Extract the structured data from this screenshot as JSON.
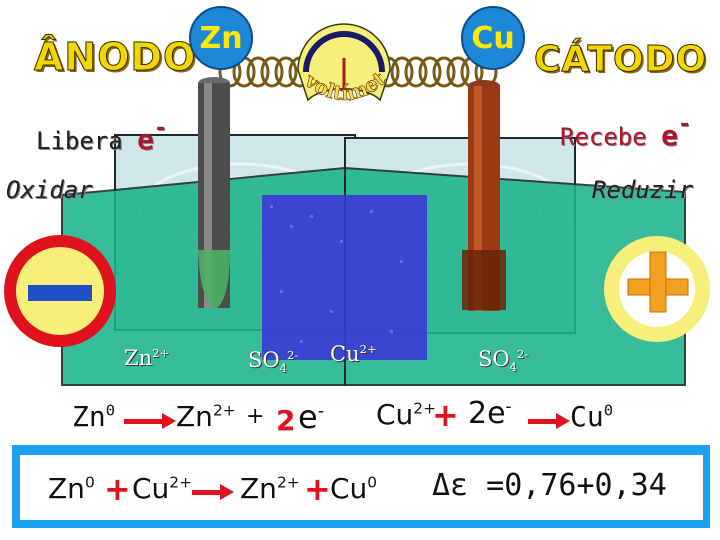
{
  "colors": {
    "solution_green": "#1bb38a",
    "solution_top": "#cfe7ea",
    "bridge_blue": "#3a3ad6",
    "wire_brown": "#7a5a1a",
    "minus_red": "#e0121e",
    "plus_orange": "#f2a020",
    "yellow_ring": "#f6f07a",
    "badge_blue": "#1e88d8",
    "bottom_blue": "#1aa2f0",
    "title_yellow": "#f2d600"
  },
  "header": {
    "anode_title": "ÂNODO",
    "cathode_title": "CÁTODO",
    "zn_badge": "Zn",
    "cu_badge": "Cu",
    "voltmeter_label": "voltímetro"
  },
  "left_side": {
    "libera": "Libera",
    "electron": "e",
    "electron_charge": "-",
    "oxidar": "Oxidar"
  },
  "right_side": {
    "recebe": "Recebe",
    "electron": "e",
    "electron_charge": "-",
    "reduzir": "Reduzir"
  },
  "ions": {
    "zn_ion": "Zn",
    "zn_ion_charge": "2+",
    "so4_left": "SO",
    "so4_left_sub": "4",
    "so4_left_charge": "2-",
    "cu_ion": "Cu",
    "cu_ion_charge": "2+",
    "so4_right": "SO",
    "so4_right_sub": "4",
    "so4_right_charge": "2-"
  },
  "half_reactions": {
    "zn0": "Zn",
    "zn0_sup": "0",
    "zn2": "Zn",
    "zn2_sup": "2+",
    "plus": "+",
    "two": "2",
    "e": "e",
    "e_sup": "-",
    "cu2": "Cu",
    "cu2_sup": "2+",
    "plus2": "+",
    "two_e": "2e",
    "two_e_sup": "-",
    "cu0": "Cu",
    "cu0_sup": "0"
  },
  "overall": {
    "zn0": "Zn",
    "zn0_sup": "0",
    "plus1": "+",
    "cu2": "Cu",
    "cu2_sup": "2+",
    "zn2": "Zn",
    "zn2_sup": "2+",
    "plus2": "+",
    "cu0": "Cu",
    "cu0_sup": "0",
    "potential": "Δε =0,76+0,34"
  }
}
